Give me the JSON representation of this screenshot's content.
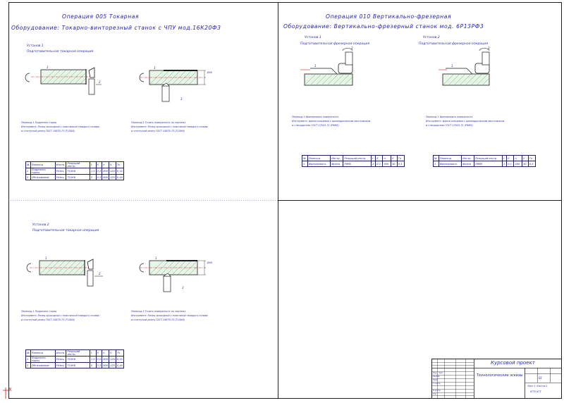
{
  "sheet": {
    "op1": {
      "title": "Операция 005 Токарная",
      "equipment": "Оборудование: Токарно-винторезный станок с ЧПУ мод.16К20Ф3",
      "setup1": {
        "label": "Установ 1",
        "transition": "Подготовительная токарная операция",
        "note1": "Переход 1 Подрезать торец",
        "note2": "Инструмент: Резец проходной с пластинкой твердого сплава",
        "note3": "и отогнутый резец ГОСТ 18879-73 (Т15К6)",
        "note4": "Переход 2 Точить поверхность по чертежу",
        "note5": "Инструмент: Резец проходной с пластиной твердого сплава",
        "note6": "и отогнутый резец ГОСТ 18879-73 (Т15К6)"
      },
      "setup2": {
        "label": "Установ 2",
        "transition": "Подготовительная токарная операция",
        "note1": "Переход 1 Подрезать торец",
        "note2": "Инструмент: Резец проходной с пластинкой твердого сплава",
        "note3": "и отогнутый резец ГОСТ 18879-73 (Т15К6)",
        "note4": "Переход 2 Точить поверхность по чертежу",
        "note5": "Инструмент: Резец проходной с пластиной твердого сплава",
        "note6": "и отогнутый резец ГОСТ 18879-73 (Т15К6)"
      },
      "table_rows": [
        [
          "№",
          "Переход",
          "Инстр.",
          "Режущий инстр.",
          "t",
          "S",
          "n",
          "V",
          "То"
        ],
        [
          "1",
          "Подрезать торец",
          "Резец",
          "Т15К6",
          "1,5",
          "0,2",
          "800",
          "120",
          "0,15"
        ],
        [
          "2",
          "Обтачивание",
          "Резец",
          "Т15К6",
          "2",
          "0,3",
          "800",
          "125",
          "0,40"
        ]
      ]
    },
    "op2": {
      "title": "Операция 010 Вертикально-фрезерная",
      "equipment": "Оборудование: Вертикально-фрезерный станок мод. 6Р13РФ3",
      "setup1": {
        "label": "Установ 1",
        "transition": "Подготовительная фрезерная операция",
        "note1": "Переход 1 Фрезеровать поверхность",
        "note2": "Инструмент: фреза концевая с цилиндрическим хвостовиком",
        "note3": "и стандартная ГОСТ 17025-71 (Р6М5)"
      },
      "setup2": {
        "label": "Установ 2",
        "transition": "Подготовительная фрезерная операция",
        "note1": "Переход 1 Фрезеровать поверхность",
        "note2": "Инструмент: фреза концевая с цилиндрическим хвостовиком",
        "note3": "и стандартная ГОСТ 17025-71 (Р6М5)"
      },
      "table_rows": [
        [
          "№",
          "Переход",
          "Инстр.",
          "Режущий инстр.",
          "t",
          "S",
          "n",
          "V",
          "То"
        ],
        [
          "1",
          "Фрезеровать",
          "Фреза",
          "Р6М5",
          "2",
          "0,1",
          "500",
          "30",
          "0,5"
        ]
      ]
    },
    "stamp": {
      "title": "Курсовой проект",
      "doc_name": "Технологические эскизы",
      "scale": "01",
      "sheet_info": "Лист 1 Листов 1",
      "org": "УГТУ КГТ",
      "roles": [
        "Изм.",
        "Лист",
        "Разраб.",
        "Пров.",
        "Т.контр.",
        "Н.контр.",
        "Утв."
      ]
    },
    "axis_mark": "X"
  }
}
